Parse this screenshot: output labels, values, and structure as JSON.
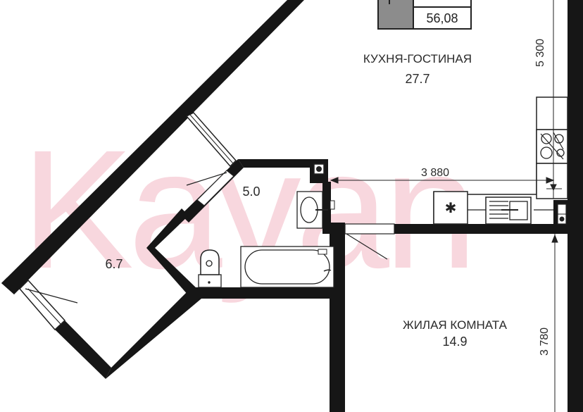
{
  "legend_table": {
    "total_area": "56,08",
    "swatch_color": "#8c8c8c"
  },
  "watermark": {
    "text": "Kayan",
    "color": "#f6c9d3"
  },
  "rooms": {
    "kitchen_living": {
      "name": "КУХНЯ-ГОСТИНАЯ",
      "area": "27.7"
    },
    "bathroom": {
      "name": "",
      "area": "5.0"
    },
    "hall": {
      "name": "",
      "area": "6.7"
    },
    "living_room": {
      "name": "ЖИЛАЯ КОМНАТА",
      "area": "14.9"
    }
  },
  "dimensions": {
    "kitchen_length": "5 300",
    "kitchen_width": "3 880",
    "room_length": "3 780"
  },
  "colors": {
    "wall": "#161616",
    "line": "#222222",
    "background": "#ffffff"
  }
}
